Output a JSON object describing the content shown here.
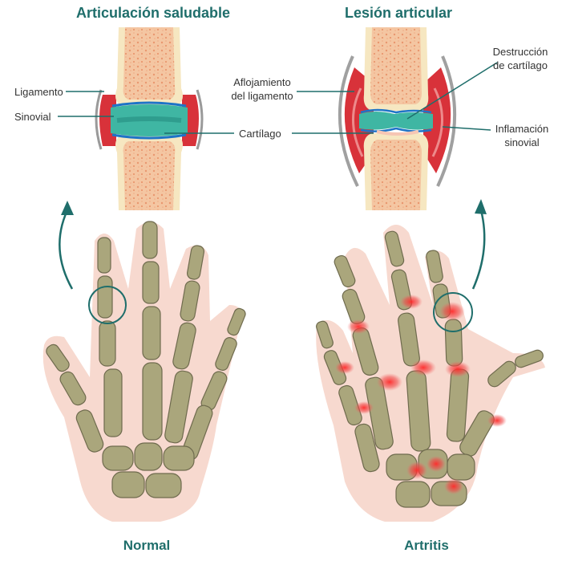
{
  "titles": {
    "healthy": "Articulación saludable",
    "lesion": "Lesión articular"
  },
  "captions": {
    "normal": "Normal",
    "arthritis": "Artritis"
  },
  "labels": {
    "ligament": "Ligamento",
    "synovial": "Sinovial",
    "ligament_loosening_1": "Aflojamiento",
    "ligament_loosening_2": "del ligamento",
    "cartilage": "Cartílago",
    "cartilage_destruction_1": "Destrucción",
    "cartilage_destruction_2": "de cartílago",
    "synovial_inflammation_1": "Inflamación",
    "synovial_inflammation_2": "sinovial"
  },
  "colors": {
    "accent": "#1f6e6b",
    "bone": "#f6e7c1",
    "marrow": "#f0b48f",
    "cartilage": "#3fb6a3",
    "synovial": "#d8323a",
    "skeleton": "#a9a47c",
    "skin": "#f7d9cf"
  }
}
